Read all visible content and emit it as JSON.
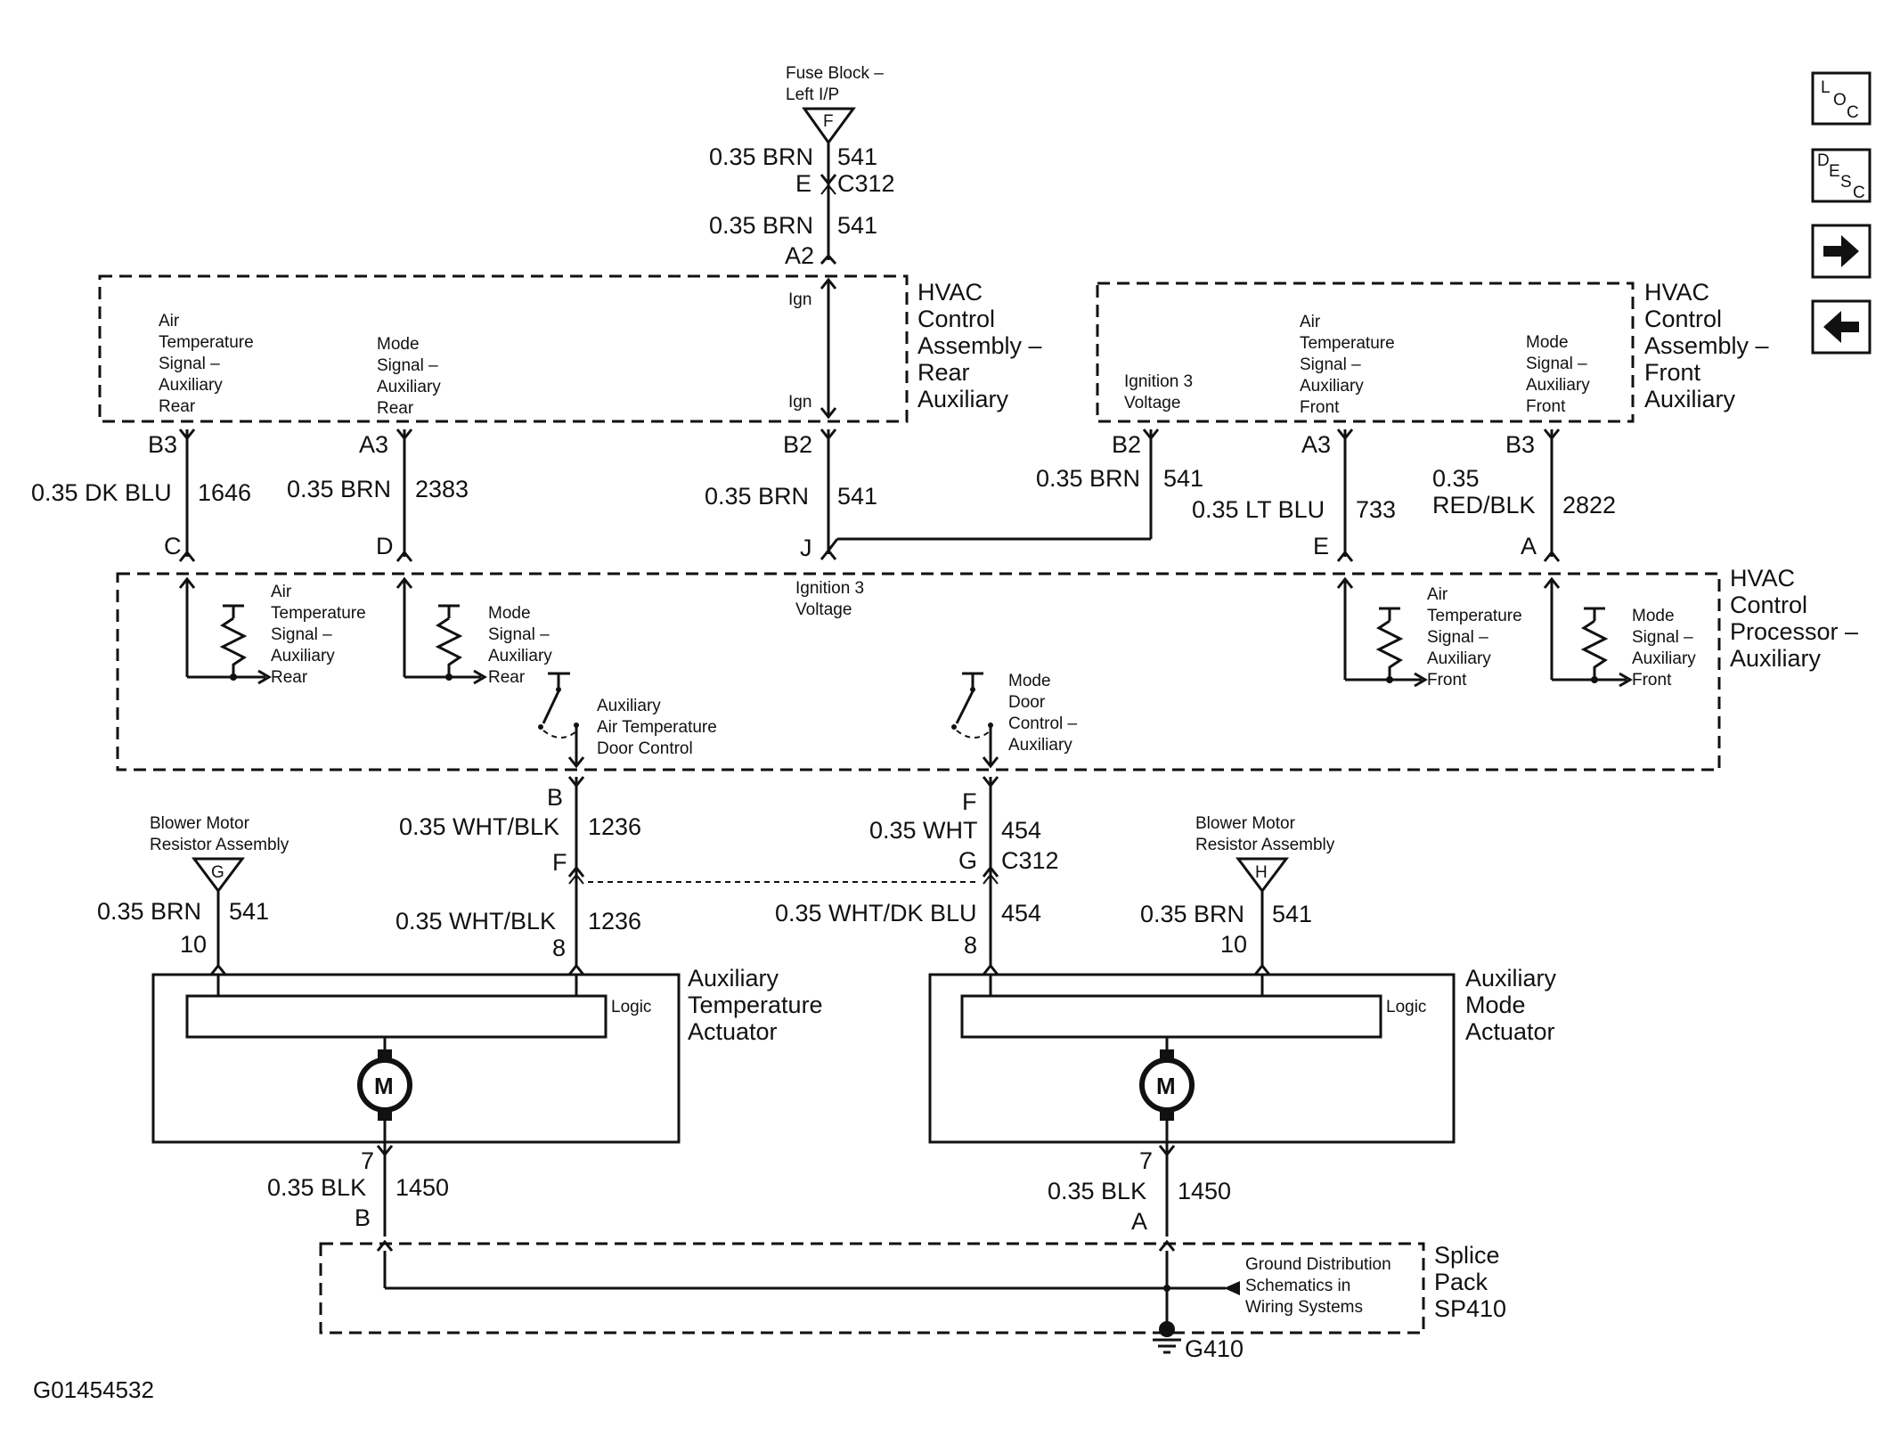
{
  "colors": {
    "ink": "#111111",
    "background": "#ffffff"
  },
  "icons": [
    "loc-button-icon",
    "desc-button-icon",
    "arrow-right-icon",
    "arrow-left-icon",
    "motor-icon",
    "ground-icon",
    "resistor-icon",
    "switch-icon"
  ],
  "nav": {
    "loc": {
      "l1": "L",
      "l2": "O",
      "l3": "C"
    },
    "desc": {
      "l1": "D",
      "l2": "E",
      "l3": "S",
      "l4": "C"
    }
  },
  "fuse_block": {
    "line1": "Fuse Block –",
    "line2": "Left I/P",
    "letter": "F"
  },
  "top_wire": {
    "w1_left": "0.35 BRN",
    "w1_right": "541",
    "conn_left": "E",
    "conn_right": "C312",
    "w2_left": "0.35 BRN",
    "w2_right": "541",
    "pin": "A2"
  },
  "hvac_rear": {
    "title": [
      "HVAC",
      "Control",
      "Assembly –",
      "Rear",
      "Auxiliary"
    ],
    "air_label": [
      "Air",
      "Temperature",
      "Signal –",
      "Auxiliary",
      "Rear"
    ],
    "mode_label": [
      "Mode",
      "Signal –",
      "Auxiliary",
      "Rear"
    ],
    "ign_top": "Ign",
    "ign_bottom": "Ign"
  },
  "hvac_front": {
    "title": [
      "HVAC",
      "Control",
      "Assembly –",
      "Front",
      "Auxiliary"
    ],
    "ign_label": [
      "Ignition 3",
      "Voltage"
    ],
    "air_label": [
      "Air",
      "Temperature",
      "Signal –",
      "Auxiliary",
      "Front"
    ],
    "mode_label": [
      "Mode",
      "Signal –",
      "Auxiliary",
      "Front"
    ]
  },
  "mid_wires": {
    "b3": "B3",
    "a3": "A3",
    "b2": "B2",
    "dkblu": "0.35 DK BLU",
    "n1646": "1646",
    "brn_l": "0.35 BRN",
    "n2383": "2383",
    "brn_c": "0.35 BRN",
    "n541c": "541",
    "c": "C",
    "d": "D",
    "j": "J",
    "f_b2": "B2",
    "f_a3": "A3",
    "f_b3": "B3",
    "f_brn": "0.35 BRN",
    "f_541": "541",
    "ltblu": "0.35 LT BLU",
    "n733": "733",
    "red1": "0.35",
    "red2": "RED/BLK",
    "n2822": "2822",
    "e": "E",
    "a": "A"
  },
  "processor": {
    "title": [
      "HVAC",
      "Control",
      "Processor –",
      "Auxiliary"
    ],
    "ign_label": [
      "Ignition 3",
      "Voltage"
    ],
    "air_rear": [
      "Air",
      "Temperature",
      "Signal –",
      "Auxiliary",
      "Rear"
    ],
    "mode_rear": [
      "Mode",
      "Signal –",
      "Auxiliary",
      "Rear"
    ],
    "aux_door": [
      "Auxiliary",
      "Air Temperature",
      "Door Control"
    ],
    "mode_door": [
      "Mode",
      "Door",
      "Control –",
      "Auxiliary"
    ],
    "air_front": [
      "Air",
      "Temperature",
      "Signal –",
      "Auxiliary",
      "Front"
    ],
    "mode_front": [
      "Mode",
      "Signal –",
      "Auxiliary",
      "Front"
    ]
  },
  "lower_wires": {
    "b": "B",
    "whtblk1": "0.35 WHT/BLK",
    "n1236a": "1236",
    "f": "F",
    "whtblk2": "0.35 WHT/BLK",
    "n1236b": "1236",
    "p8a": "8",
    "rf": "F",
    "wht": "0.35 WHT",
    "n454a": "454",
    "g": "G",
    "c312": "C312",
    "whtdkblu": "0.35 WHT/DK BLU",
    "n454b": "454",
    "p8b": "8"
  },
  "blower_left": {
    "line1": "Blower Motor",
    "line2": "Resistor Assembly",
    "letter": "G",
    "wire": "0.35 BRN",
    "num": "541",
    "pin": "10"
  },
  "blower_right": {
    "line1": "Blower Motor",
    "line2": "Resistor Assembly",
    "letter": "H",
    "wire": "0.35 BRN",
    "num": "541",
    "pin": "10"
  },
  "actuator_left": {
    "title": [
      "Auxiliary",
      "Temperature",
      "Actuator"
    ],
    "logic": "Logic",
    "motor": "M"
  },
  "actuator_right": {
    "title": [
      "Auxiliary",
      "Mode",
      "Actuator"
    ],
    "logic": "Logic",
    "motor": "M"
  },
  "ground_wires": {
    "l_pin": "7",
    "l_wire": "0.35 BLK",
    "l_num": "1450",
    "l_conn": "B",
    "r_pin": "7",
    "r_wire": "0.35 BLK",
    "r_num": "1450",
    "r_conn": "A"
  },
  "splice": {
    "title": [
      "Splice",
      "Pack",
      "SP410"
    ],
    "note": [
      "Ground Distribution",
      "Schematics in",
      "Wiring Systems"
    ],
    "ground": "G410"
  },
  "figure_id": "G01454532"
}
